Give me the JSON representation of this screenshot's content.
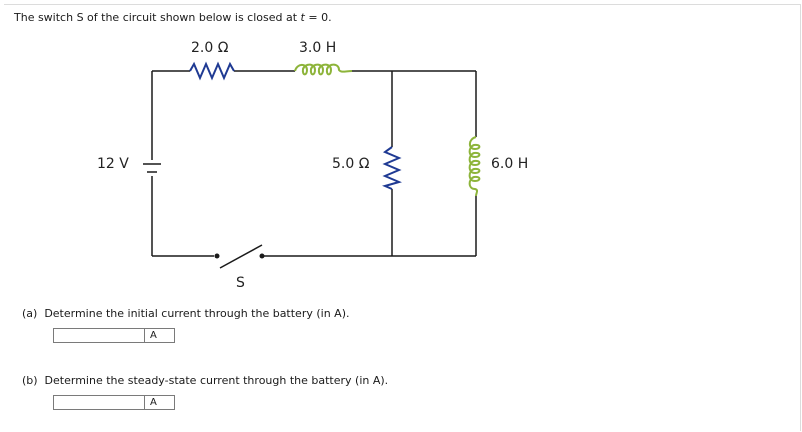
{
  "intro": {
    "before": "The switch S of the circuit shown below is closed at ",
    "time_var": "t",
    "after": " = 0."
  },
  "circuit": {
    "r1": "2.0 Ω",
    "l1": "3.0 H",
    "battery": "12 V",
    "r2": "5.0 Ω",
    "l2": "6.0 H",
    "switch": "S"
  },
  "colors": {
    "wire": "#1a1a1a",
    "resistor": "#1f3a93",
    "inductor": "#8db43a"
  },
  "part_a": {
    "label": "(a)  Determine the initial current through the battery (in A).",
    "value": "",
    "unit": "A"
  },
  "part_b": {
    "label": "(b)  Determine the steady-state current through the battery (in A).",
    "value": "",
    "unit": "A"
  }
}
